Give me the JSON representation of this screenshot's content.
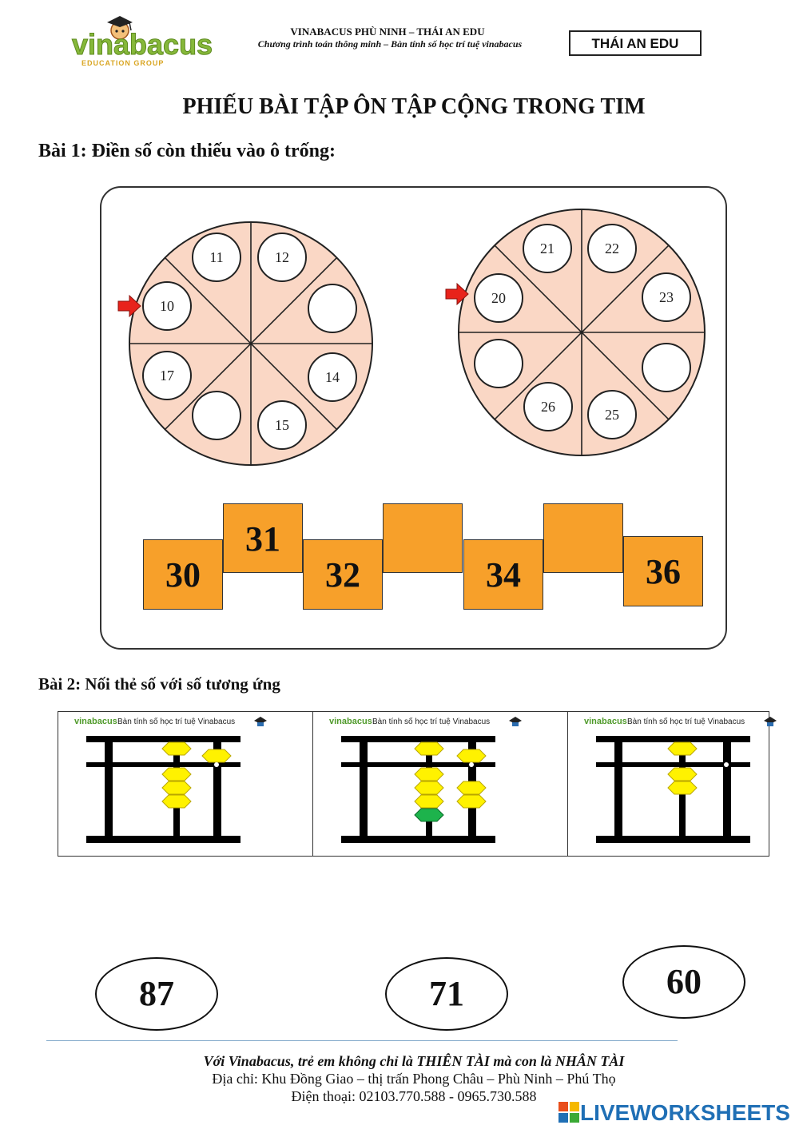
{
  "header": {
    "logo_text": "vinabacus",
    "logo_subtext": "EDUCATION GROUP",
    "org_line": "VINABACUS PHÙ NINH – THÁI AN EDU",
    "program_line": "Chương trình toán thông minh – Bàn tính số học trí tuệ vinabacus",
    "badge": "THÁI AN EDU"
  },
  "title": "PHIẾU BÀI TẬP ÔN TẬP CỘNG TRONG TIM",
  "exercise1": {
    "heading": "Bài 1: Điền số còn thiếu vào ô trống:",
    "wheels": [
      {
        "cells": [
          "11",
          "12",
          "",
          "14",
          "15",
          "",
          "17",
          "10"
        ],
        "start": "10"
      },
      {
        "cells": [
          "21",
          "22",
          "23",
          "",
          "25",
          "26",
          "",
          "20"
        ],
        "start": "20"
      }
    ],
    "steps": [
      "30",
      "31",
      "32",
      "",
      "34",
      "",
      "36"
    ]
  },
  "exercise2": {
    "heading": "Bài 2: Nối thẻ số với số tương ứng",
    "card_caption": "Bàn tính số học trí tuệ Vinabacus",
    "mini_logo": "vinabacus",
    "answers": [
      "87",
      "71",
      "60"
    ]
  },
  "footer": {
    "slogan": "Với Vinabacus, trẻ em không chỉ là THIÊN TÀI mà con là NHÂN TÀI",
    "address": "Địa chỉ: Khu Đồng Giao – thị trấn Phong Châu – Phù Ninh – Phú Thọ",
    "phone": "Điện thoại: 02103.770.588 - 0965.730.588"
  },
  "watermark": "LIVEWORKSHEETS",
  "colors": {
    "wheel_fill": "#FAD7C5",
    "step_fill": "#F7A02A",
    "bead_yellow": "#FFF200",
    "bead_green": "#1DB34C",
    "arrow_red": "#E8231B",
    "brand_blue": "#1f6fb5"
  }
}
